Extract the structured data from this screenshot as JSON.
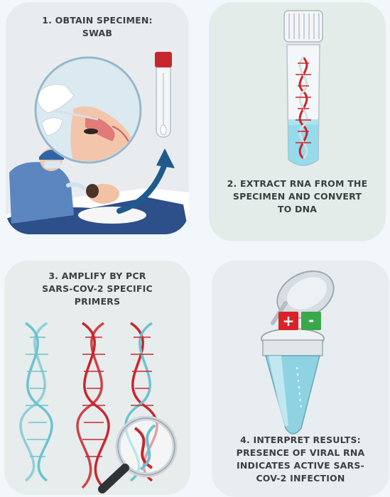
{
  "steps": [
    {
      "number": "1",
      "lines": [
        "1. OBTAIN SPECIMEN:",
        "SWAB"
      ]
    },
    {
      "number": "2",
      "lines": [
        "2. EXTRACT RNA FROM THE",
        "SPECIMEN AND  CONVERT",
        "TO DNA"
      ]
    },
    {
      "number": "3",
      "lines": [
        "3. AMPLIFY BY PCR",
        "SARS-COV-2 SPECIFIC",
        "PRIMERS"
      ]
    },
    {
      "number": "4",
      "lines": [
        "4. INTERPRET RESULTS:",
        "PRESENCE OF VIRAL RNA",
        "INDICATES ACTIVE SARS-",
        "COV-2 INFECTION"
      ]
    }
  ],
  "result_badges": {
    "positive": "+",
    "negative": "-"
  },
  "colors": {
    "dna_blue": "#6cc3cf",
    "dna_red": "#c8262e",
    "badge_positive": "#d9232a",
    "badge_negative": "#3aa84a",
    "arrow": "#1e5b8c"
  }
}
